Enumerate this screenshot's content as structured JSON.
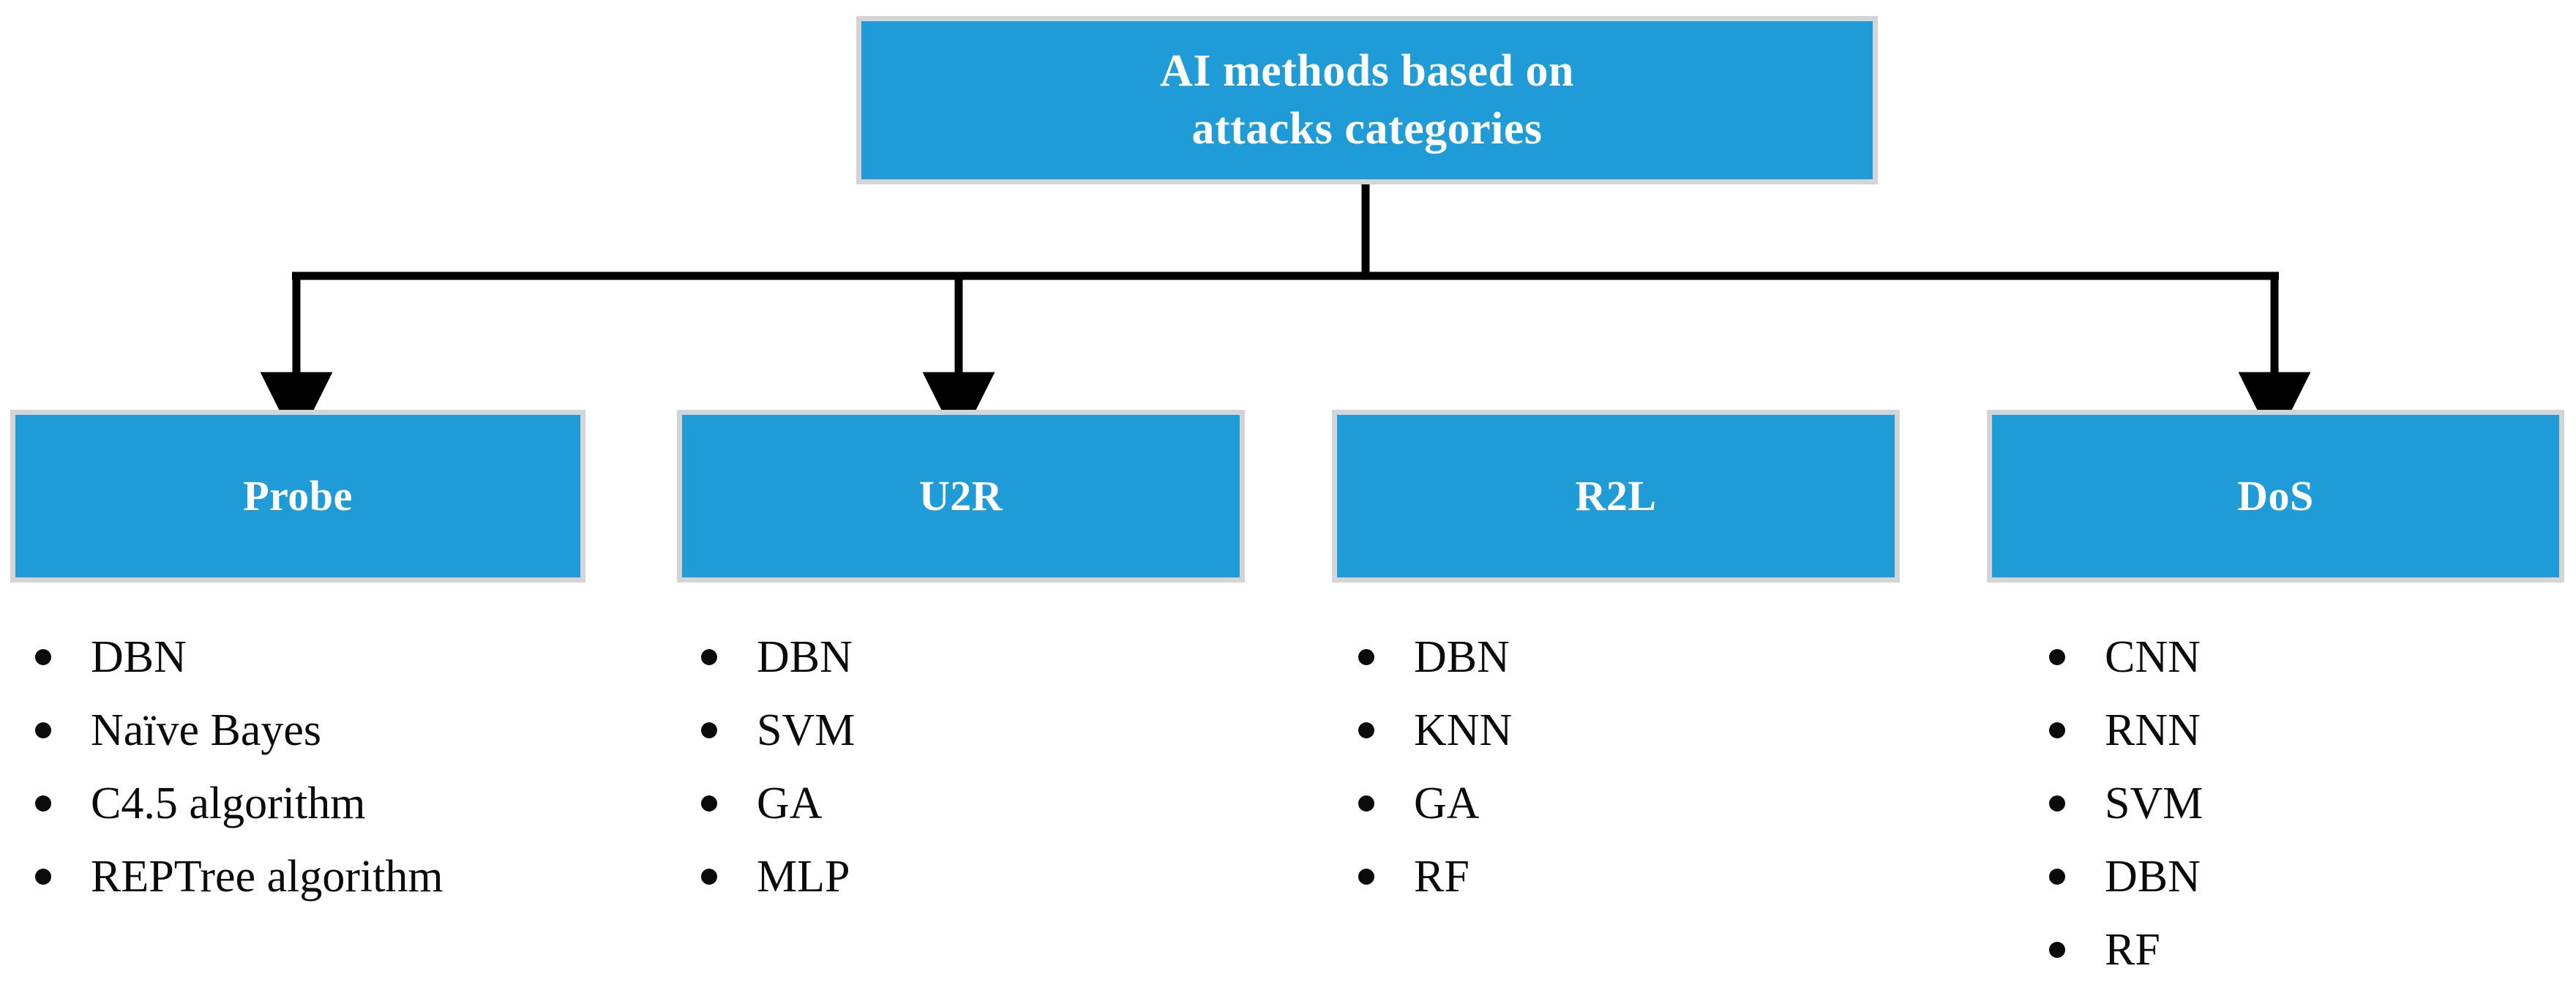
{
  "diagram": {
    "type": "tree-hierarchy",
    "background_color": "#ffffff",
    "box_fill_color": "#1f9bd7",
    "box_border_color": "#d4d4d4",
    "box_text_color": "#ffffff",
    "list_text_color": "#0b0b0b",
    "connector_color": "#000000",
    "root": {
      "label": "AI methods based on\nattacks categories",
      "line1": "AI methods based on",
      "line2": "attacks categories"
    },
    "categories": [
      {
        "label": "Probe",
        "items": [
          "DBN",
          "Naïve Bayes",
          "C4.5 algorithm",
          "REPTree algorithm"
        ]
      },
      {
        "label": "U2R",
        "items": [
          "DBN",
          "SVM",
          "GA",
          "MLP"
        ]
      },
      {
        "label": "R2L",
        "items": [
          "DBN",
          "KNN",
          "GA",
          "RF"
        ]
      },
      {
        "label": "DoS",
        "items": [
          "CNN",
          "RNN",
          "SVM",
          "DBN",
          "RF"
        ]
      }
    ]
  }
}
